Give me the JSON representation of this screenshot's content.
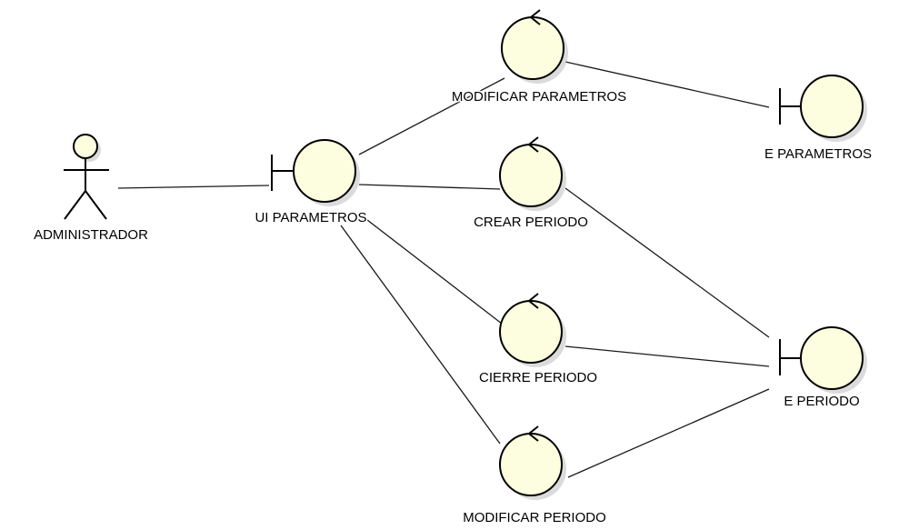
{
  "colors": {
    "element_fill": "#fdfde0",
    "line": "#000000",
    "background": "#ffffff"
  },
  "actors": {
    "administrador": {
      "label": "ADMINISTRADOR",
      "icon": "actor-stick-figure-icon"
    }
  },
  "boundaries": {
    "ui_parametros": {
      "label": "UI PARAMETROS",
      "icon": "boundary-icon"
    },
    "e_parametros": {
      "label": "E PARAMETROS",
      "icon": "boundary-icon"
    },
    "e_periodo": {
      "label": "E PERIODO",
      "icon": "boundary-icon"
    }
  },
  "controls": {
    "modificar_parametros": {
      "label": "MODIFICAR PARAMETROS",
      "icon": "control-icon"
    },
    "crear_periodo": {
      "label": "CREAR PERIODO",
      "icon": "control-icon"
    },
    "cierre_periodo": {
      "label": "CIERRE PERIODO",
      "icon": "control-icon"
    },
    "modificar_periodo": {
      "label": "MODIFICAR PERIODO",
      "icon": "control-icon"
    }
  },
  "connections": [
    {
      "from": "ADMINISTRADOR",
      "to": "UI PARAMETROS"
    },
    {
      "from": "UI PARAMETROS",
      "to": "MODIFICAR PARAMETROS"
    },
    {
      "from": "UI PARAMETROS",
      "to": "CREAR PERIODO"
    },
    {
      "from": "UI PARAMETROS",
      "to": "CIERRE PERIODO"
    },
    {
      "from": "UI PARAMETROS",
      "to": "MODIFICAR PERIODO"
    },
    {
      "from": "MODIFICAR PARAMETROS",
      "to": "E PARAMETROS"
    },
    {
      "from": "CREAR PERIODO",
      "to": "E PERIODO"
    },
    {
      "from": "CIERRE PERIODO",
      "to": "E PERIODO"
    },
    {
      "from": "MODIFICAR PERIODO",
      "to": "E PERIODO"
    }
  ]
}
